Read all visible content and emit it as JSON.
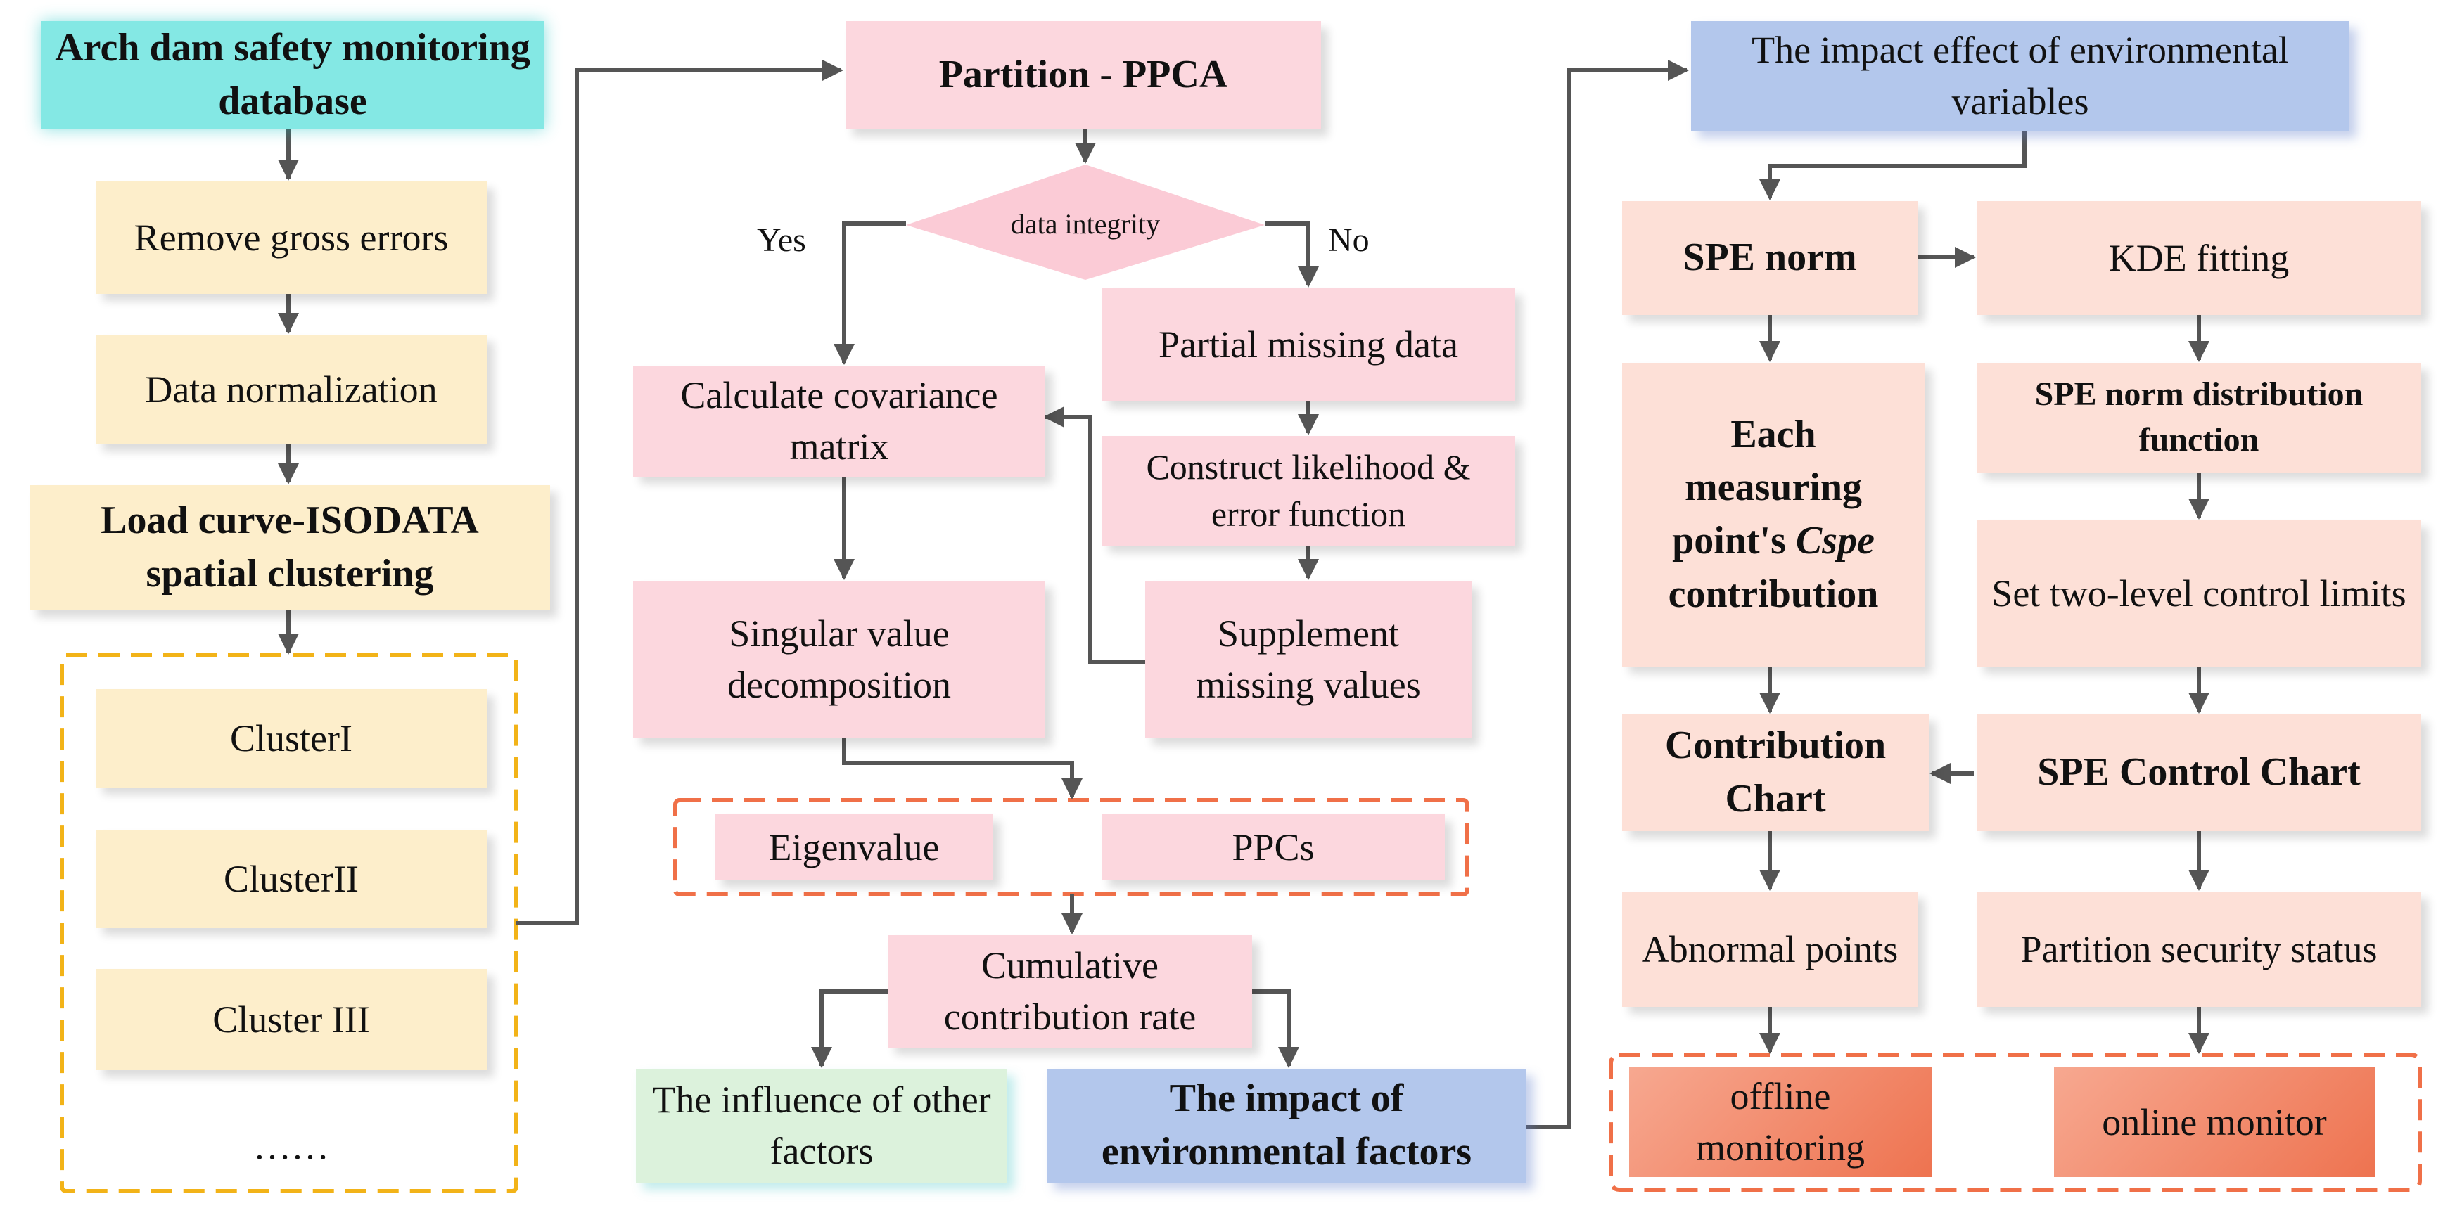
{
  "col1": {
    "database": "Arch dam safety monitoring database",
    "remove_gross": "Remove gross errors",
    "normalization": "Data normalization",
    "clustering": "Load curve-ISODATA spatial clustering",
    "cluster1": "ClusterI",
    "cluster2": "ClusterII",
    "cluster3": "Cluster III",
    "ellipsis": "……"
  },
  "col2": {
    "partition": "Partition - PPCA",
    "integrity": "data integrity",
    "yes": "Yes",
    "no": "No",
    "partial": "Partial missing data",
    "covariance": "Calculate covariance matrix",
    "likelihood": "Construct likelihood & error function",
    "svd": "Singular value decomposition",
    "supplement": "Supplement missing values",
    "eigenvalue": "Eigenvalue",
    "ppcs": "PPCs",
    "cumulative": "Cumulative contribution rate",
    "other_factors": "The influence of other factors",
    "env_factors": "The impact of environmental factors"
  },
  "col3": {
    "impact_effect": "The impact effect of environmental variables",
    "spe_norm": "SPE norm",
    "kde": "KDE fitting",
    "each_point_prefix": "Each measuring point's ",
    "each_point_italic": "Cspe",
    "each_point_suffix": " contribution",
    "spe_dist": "SPE norm distribution function",
    "control_limits": "Set two-level control limits",
    "contribution_chart": "Contribution Chart",
    "spe_chart": "SPE Control Chart",
    "abnormal": "Abnormal points",
    "security": "Partition security status",
    "offline": "offline monitoring",
    "online": "online monitor"
  }
}
